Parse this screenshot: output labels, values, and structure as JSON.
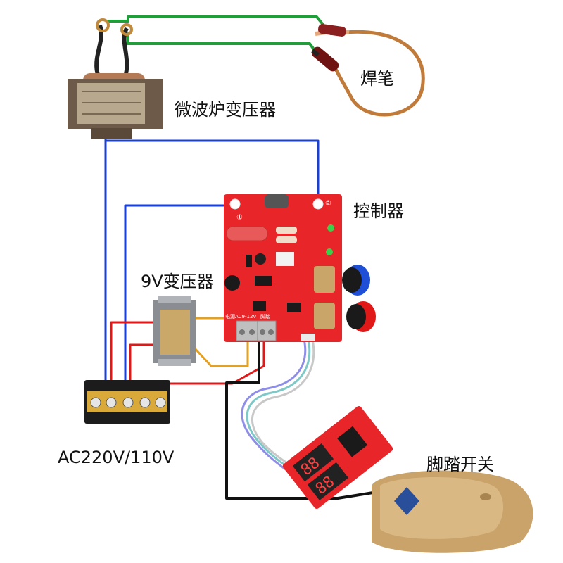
{
  "labels": {
    "welding_pen": "焊笔",
    "microwave_transformer": "微波炉变压器",
    "controller": "控制器",
    "transformer_9v": "9V变压器",
    "mains": "AC220V/110V",
    "foot_switch": "脚踏开关"
  },
  "pcb_marks": {
    "terminal_power": "电源AC9-12V",
    "terminal_foot": "脚踏",
    "pad_1": "①",
    "pad_2": "②"
  },
  "colors": {
    "wire_green": "#1f9e3a",
    "wire_blue": "#1a3fd6",
    "wire_red": "#e01818",
    "wire_orange": "#e6a020",
    "wire_black": "#111111",
    "pcb_red": "#e8262a",
    "foot_pedal": "#c9a36a"
  }
}
